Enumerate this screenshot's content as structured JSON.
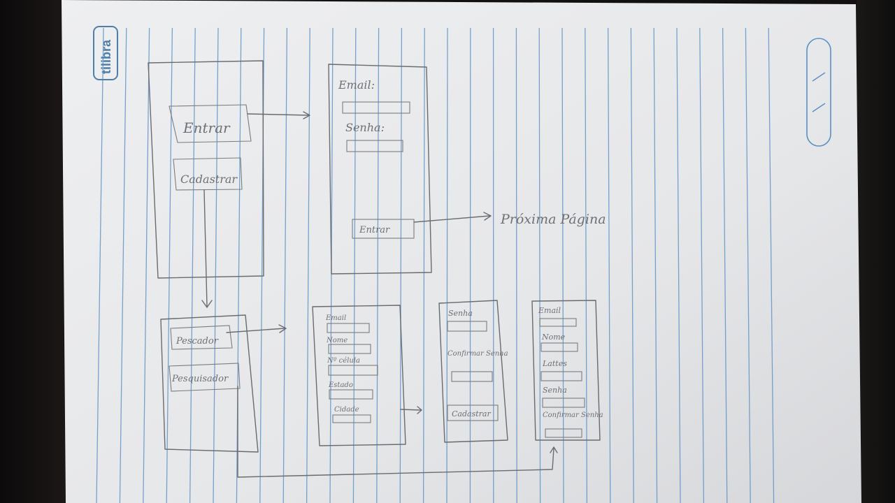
{
  "notebook": {
    "brand": "tilibra",
    "corner_marks": "/ /"
  },
  "colors": {
    "paper": "#e7e8ea",
    "rule_line": "#5b8fc4",
    "pencil": "#6a6b70",
    "desk": "#121110"
  },
  "screen_home": {
    "enter_button": "Entrar",
    "register_button": "Cadastrar"
  },
  "screen_login": {
    "email_label": "Email:",
    "password_label": "Senha:",
    "enter_button": "Entrar",
    "next_page_note": "Próxima Página"
  },
  "screen_profile_choice": {
    "fisherman_button": "Pescador",
    "researcher_button": "Pesquisador"
  },
  "screen_fisherman_form": {
    "email_label": "Email",
    "name_label": "Nome",
    "card_label": "Nº célula",
    "state_label": "Estado",
    "city_label": "Cidade"
  },
  "screen_password_form": {
    "password_label": "Senha",
    "confirm_label": "Confirmar Senha",
    "register_button": "Cadastrar"
  },
  "screen_researcher_form": {
    "email_label": "Email",
    "name_label": "Nome",
    "lattes_label": "Lattes",
    "password_label": "Senha",
    "confirm_label": "Confirmar Senha"
  }
}
